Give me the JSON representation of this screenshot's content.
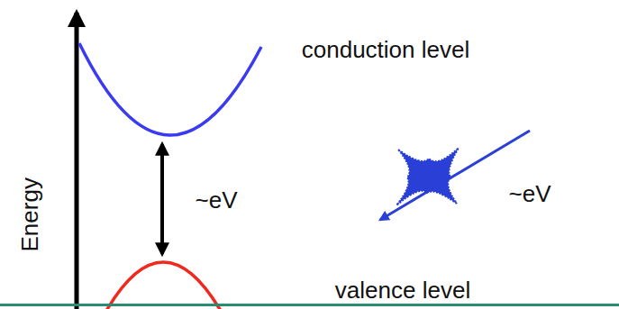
{
  "diagram": {
    "labels": [
      "conduction level",
      "~eV",
      "Energy",
      "~eV",
      "valence level"
    ]
  }
}
